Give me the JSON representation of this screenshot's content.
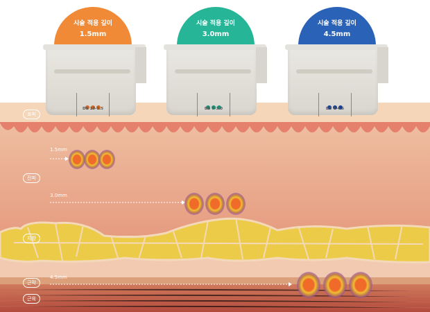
{
  "cartridges": [
    {
      "heading": "시술 적용 깊이",
      "depth": "1.5mm",
      "model": "DS 10-1.5",
      "color": "#f08a36",
      "dot_color": "#cf6a25"
    },
    {
      "heading": "시술 적용 깊이",
      "depth": "3.0mm",
      "model": "DS 7-3.0",
      "color": "#26b596",
      "dot_color": "#17957a"
    },
    {
      "heading": "시술 적용 깊이",
      "depth": "4.5mm",
      "model": "DS 4-4.5",
      "color": "#2a62b8",
      "dot_color": "#163f96"
    }
  ],
  "layers": [
    "표피",
    "진피",
    "지방",
    "근막",
    "근육"
  ],
  "depth_markers": [
    "1.5mm",
    "3.0mm",
    "4.5mm"
  ]
}
